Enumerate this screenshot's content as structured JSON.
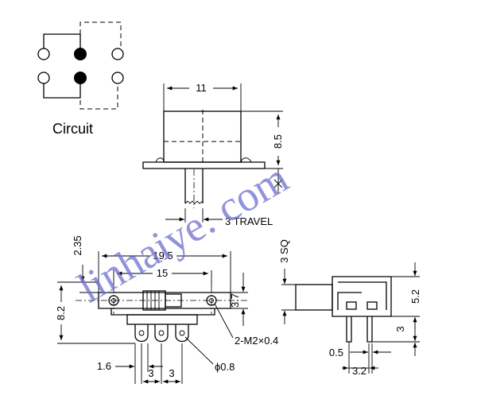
{
  "circuit": {
    "label": "Circuit"
  },
  "side_view": {
    "width_label": "11",
    "height_label": "8.5",
    "travel_label": "3 TRAVEL"
  },
  "front_view": {
    "top_offset_label": "2.35",
    "overall_width_label": "19.5",
    "hole_pitch_label": "15",
    "height_label": "8.2",
    "mount_label": "3.7",
    "screw_label": "2-M2×0.4",
    "pin_diameter_label": "ϕ0.8",
    "pin_width_label": "1.6",
    "pitch_left_label": "3",
    "pitch_right_label": "3"
  },
  "right_view": {
    "actuator_label": "3 SQ",
    "height_label": "5.2",
    "pin_length_label": "3",
    "thickness_label": "0.5",
    "pin_spacing_label": "3.2"
  },
  "watermark": {
    "text": "linhaiye. com"
  },
  "colors": {
    "line": "#000000",
    "watermark": "#6d6fd0"
  }
}
